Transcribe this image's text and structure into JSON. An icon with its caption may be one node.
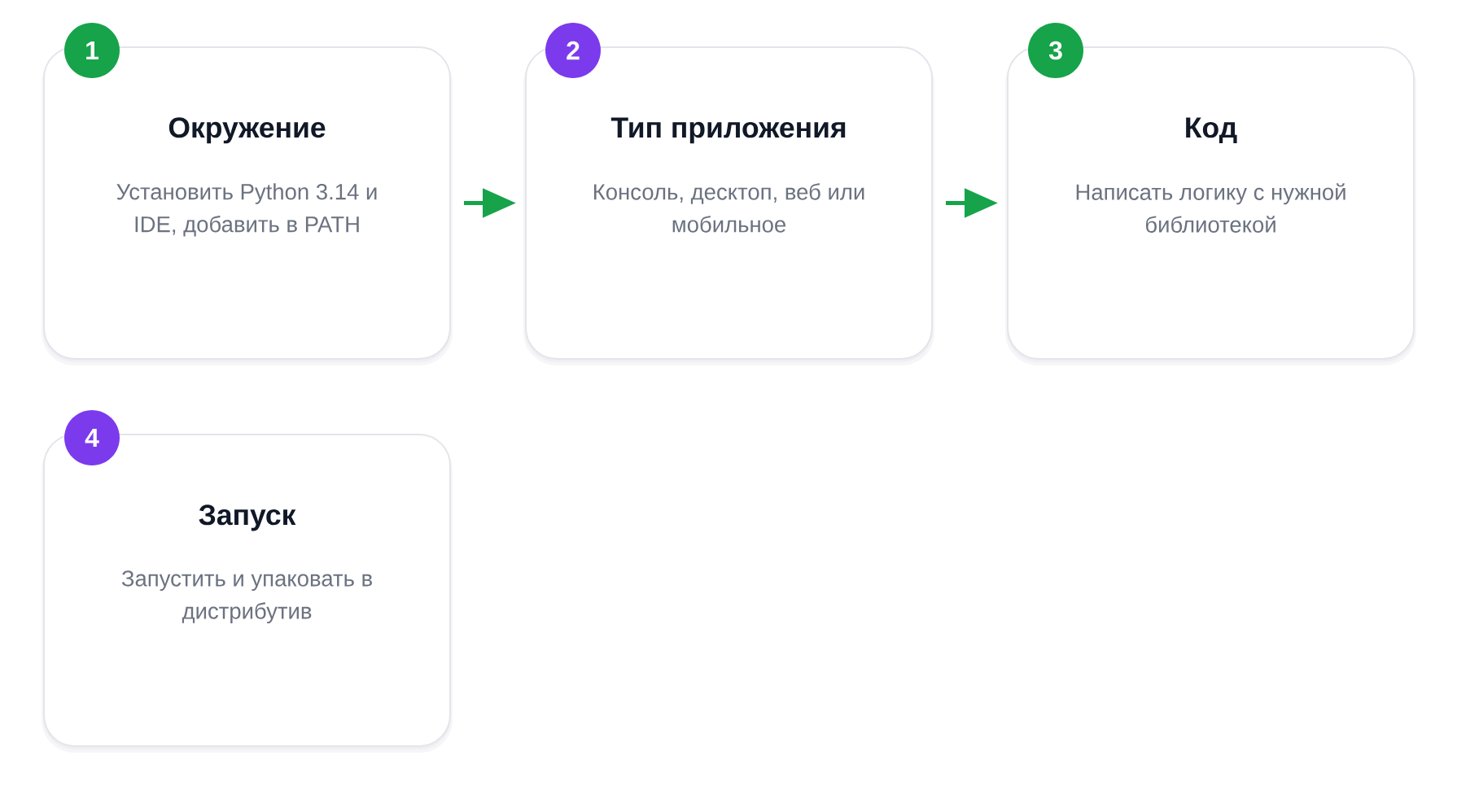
{
  "diagram": {
    "nodes": [
      {
        "text": [
          "1"
        ]
      },
      {
        "text": [
          "Окружение",
          "Установить Python 3.14 и IDE, добавить в PATH"
        ]
      },
      {
        "text": [
          "2"
        ]
      },
      {
        "text": [
          "Тип приложения",
          "Консоль, десктоп, веб или мобильное"
        ]
      },
      {
        "text": [
          "3"
        ]
      },
      {
        "text": [
          "Код",
          "Написать логику с нужной библиотекой"
        ]
      },
      {
        "text": [
          "4"
        ]
      },
      {
        "text": [
          "Запуск",
          "Запустить и упаковать в дистрибутив"
        ]
      }
    ],
    "edges": [
      {
        "from": 1,
        "to": 3,
        "arrow": "to"
      },
      {
        "from": 3,
        "to": 5,
        "arrow": "to"
      }
    ]
  }
}
